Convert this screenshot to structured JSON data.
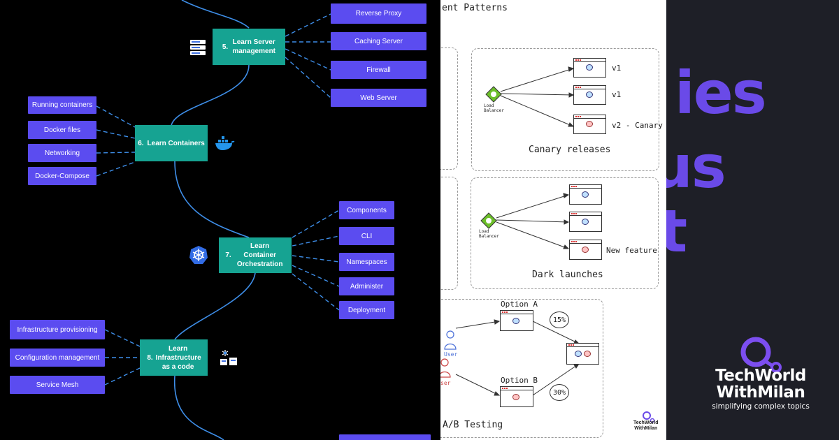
{
  "colors": {
    "purple_box": "#5b4cf0",
    "teal_box": "#16a392",
    "roadmap_line": "#3e8ee8",
    "accent_purple": "#6a4ae8",
    "dark_panel": "#1e1f27"
  },
  "roadmap": {
    "step5": {
      "num": "5.",
      "label": "Learn Server management"
    },
    "step5_items": [
      "Reverse Proxy",
      "Caching Server",
      "Firewall",
      "Web Server"
    ],
    "step6": {
      "num": "6.",
      "label": "Learn Containers"
    },
    "step6_items": [
      "Running containers",
      "Docker files",
      "Networking",
      "Docker-Compose"
    ],
    "step7": {
      "num": "7.",
      "label": "Learn Container Orchestration"
    },
    "step7_items": [
      "Components",
      "CLI",
      "Namespaces",
      "Administer",
      "Deployment"
    ],
    "step8": {
      "num": "8.",
      "label": "Learn Infrastructure as a code"
    },
    "step8_items": [
      "Infrastructure provisioning",
      "Configuration management",
      "Service Mesh"
    ],
    "icons": [
      "server-rack-icon",
      "docker-whale-icon",
      "kubernetes-helm-icon",
      "infra-code-icon"
    ]
  },
  "patterns": {
    "title_fragment": "ent Patterns",
    "canary": {
      "title": "Canary releases",
      "lb_label": "Load Balancer",
      "v1a": "v1",
      "v1b": "v1",
      "v2": "v2 - Canary"
    },
    "dark": {
      "title": "Dark launches",
      "lb_label": "Load Balancer",
      "feature": "New feature"
    },
    "ab": {
      "title_fragment": "A/B Testing",
      "option_a": "Option A",
      "option_b": "Option B",
      "pct_a": "15%",
      "pct_b": "30%",
      "user_a": "User",
      "user_b": "ser"
    },
    "mini_logo": {
      "line1": "TechWorld",
      "line2": "WithMilan"
    }
  },
  "brand": {
    "big_fragments": [
      "ies",
      "us",
      "t"
    ],
    "logo_line1": "TechWorld",
    "logo_line2": "WithMilan",
    "tagline": "simplifying complex topics"
  }
}
